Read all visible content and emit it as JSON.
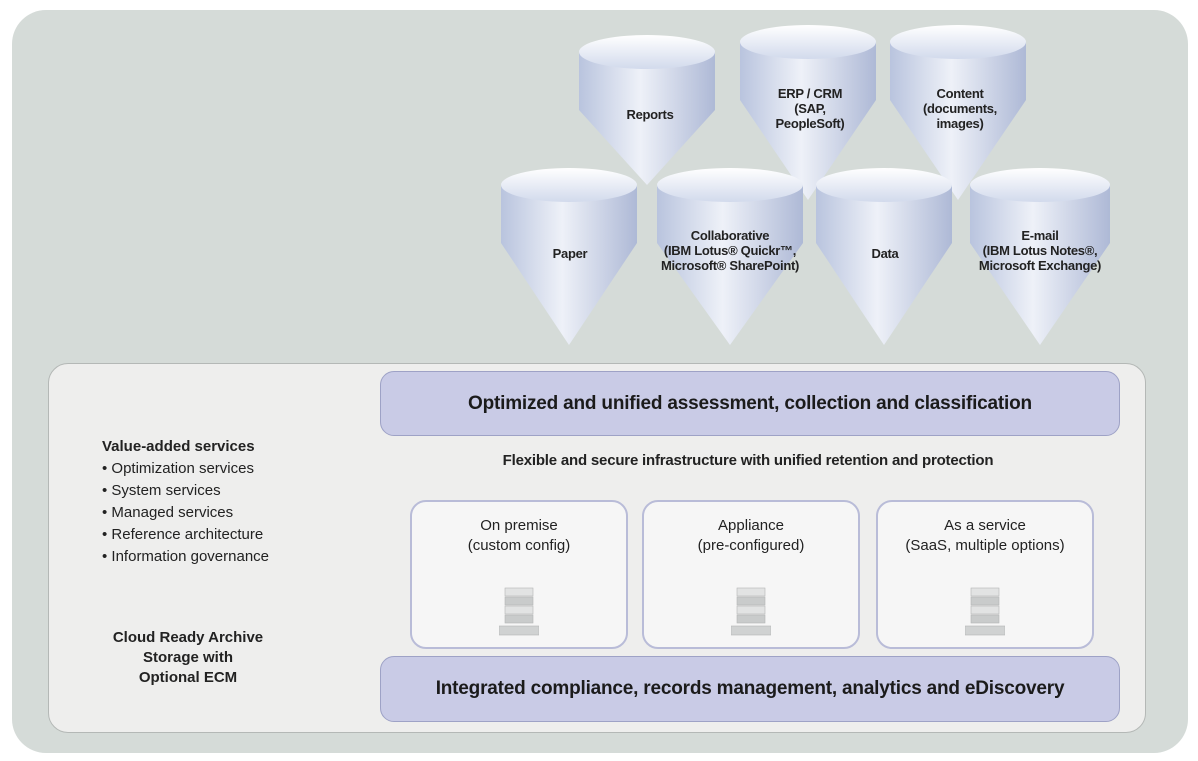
{
  "sources": {
    "reports": "Reports",
    "erp": "ERP / CRM\n(SAP,\nPeopleSoft)",
    "content": "Content\n(documents,\nimages)",
    "paper": "Paper",
    "collab": "Collaborative\n(IBM Lotus® Quickr™,\nMicrosoft® SharePoint)",
    "data": "Data",
    "email": "E-mail\n(IBM Lotus Notes®,\nMicrosoft Exchange)"
  },
  "top_banner": "Optimized and unified assessment, collection and classification",
  "infrastructure_title": "Flexible and secure infrastructure with unified retention and protection",
  "deployment": {
    "on_premise": {
      "line1": "On premise",
      "line2": "(custom config)"
    },
    "appliance": {
      "line1": "Appliance",
      "line2": "(pre-configured)"
    },
    "service": {
      "line1": "As a service",
      "line2": "(SaaS, multiple options)"
    }
  },
  "bottom_banner": "Integrated compliance, records management, analytics and eDiscovery",
  "services": {
    "heading": "Value-added services",
    "items": [
      "• Optimization services",
      "• System services",
      "• Managed services",
      "• Reference architecture",
      "• Information governance"
    ],
    "title": "Cloud Ready Archive\nStorage with\nOptional ECM"
  },
  "colors": {
    "funnel": "#b8c3dd",
    "banner": "#c9cbe6",
    "background": "#d5dbd8"
  }
}
